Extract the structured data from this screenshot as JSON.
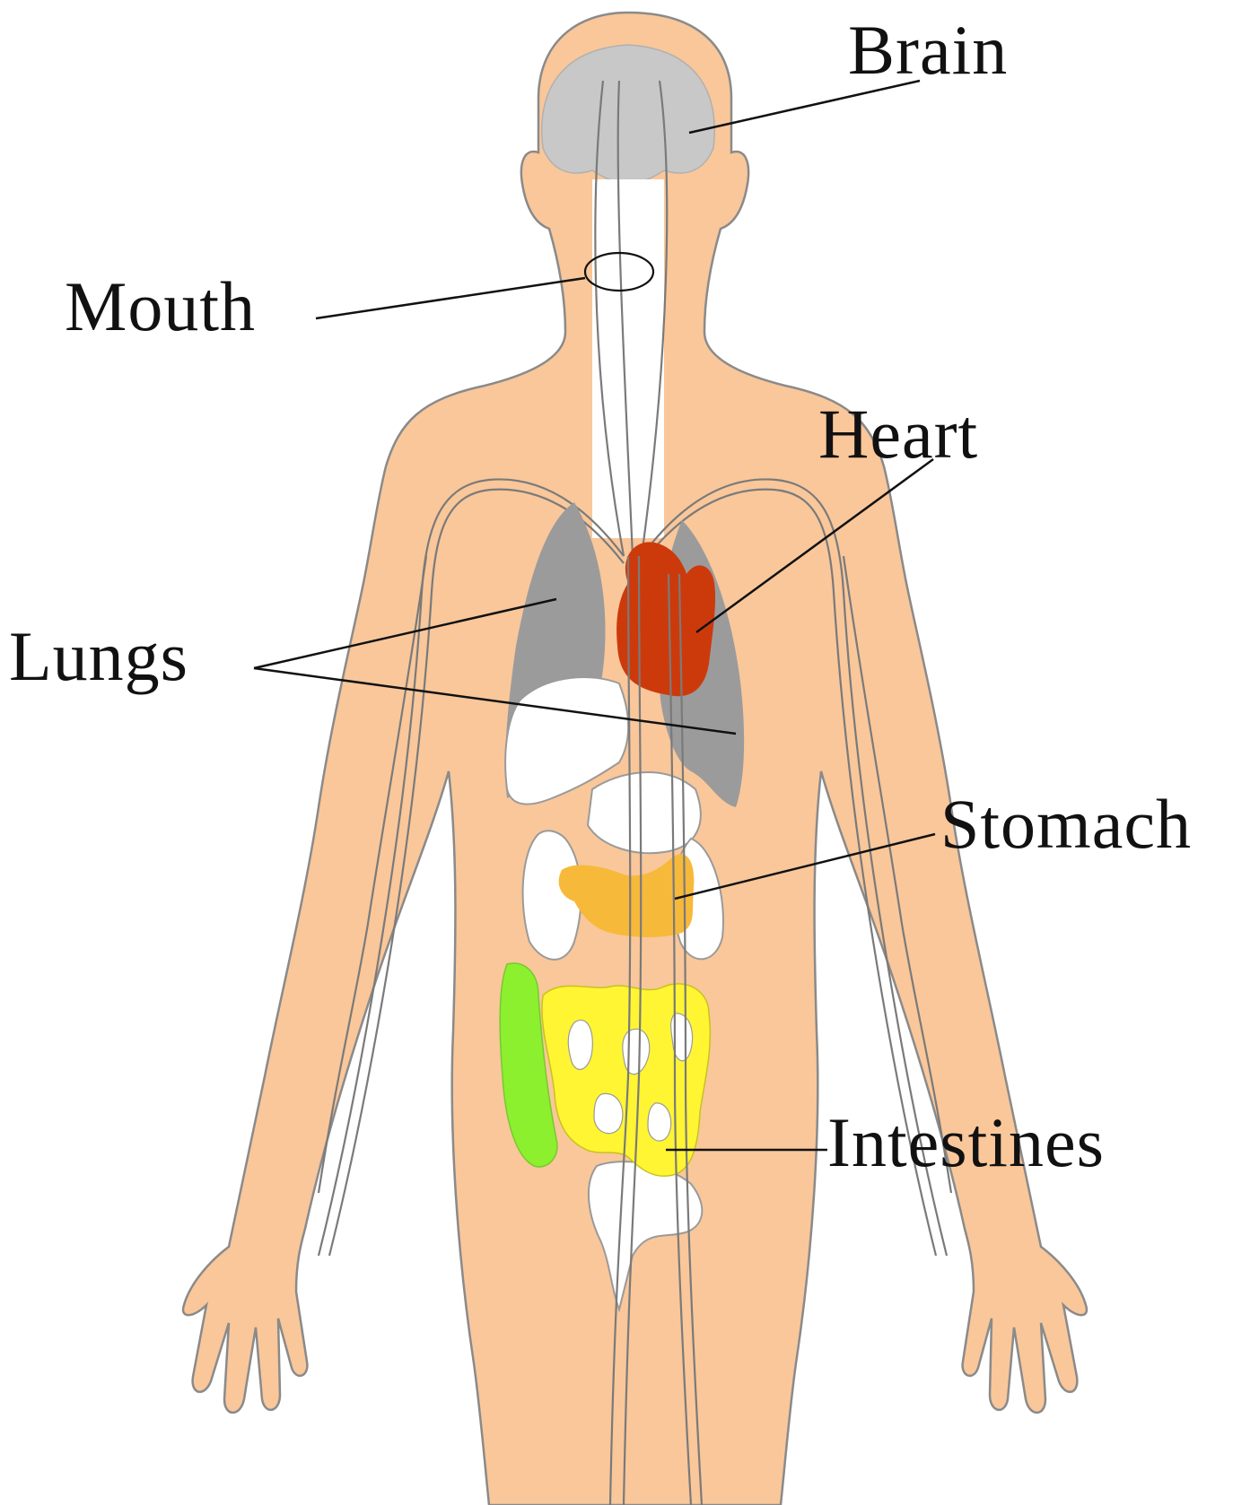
{
  "labels": {
    "brain": "Brain",
    "mouth": "Mouth",
    "heart": "Heart",
    "lungs": "Lungs",
    "stomach": "Stomach",
    "intestines": "Intestines"
  },
  "colors": {
    "skin": "#F9C79A",
    "skin_outline": "#8a8a8a",
    "brain": "#C8C8C8",
    "lungs": "#9B9B9B",
    "heart": "#CC3A0C",
    "stomach": "#F7B93A",
    "small_intestine": "#FFF533",
    "large_intestine": "#8CF02E",
    "other_organs": "#FFFFFF",
    "text": "#111111"
  }
}
